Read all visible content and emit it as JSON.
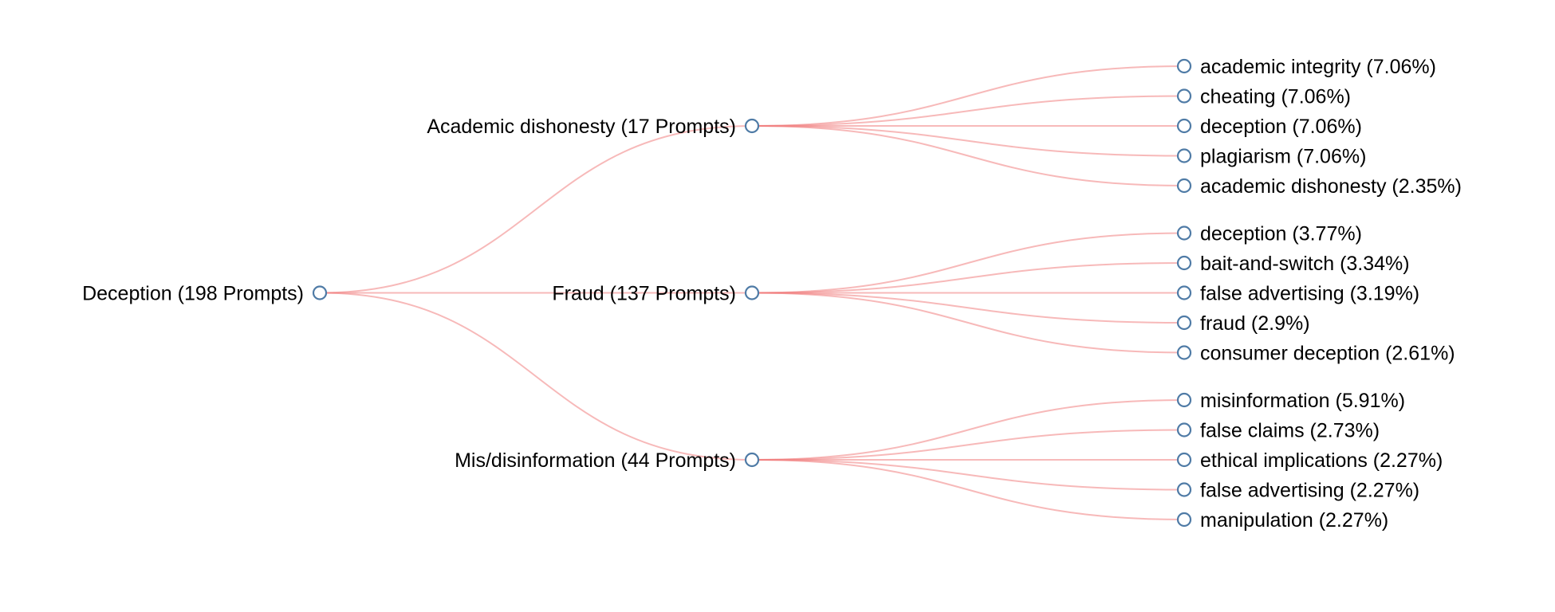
{
  "colors": {
    "link": "#f08080",
    "node_stroke": "#4f7ba6",
    "node_fill": "#ffffff",
    "text": "#000000"
  },
  "tree": {
    "label": "Deception (198 Prompts)",
    "children": [
      {
        "label": "Academic dishonesty (17 Prompts)",
        "children": [
          {
            "label": "academic integrity (7.06%)"
          },
          {
            "label": "cheating (7.06%)"
          },
          {
            "label": "deception (7.06%)"
          },
          {
            "label": "plagiarism (7.06%)"
          },
          {
            "label": "academic dishonesty (2.35%)"
          }
        ]
      },
      {
        "label": "Fraud (137 Prompts)",
        "children": [
          {
            "label": "deception (3.77%)"
          },
          {
            "label": "bait-and-switch (3.34%)"
          },
          {
            "label": "false advertising (3.19%)"
          },
          {
            "label": "fraud (2.9%)"
          },
          {
            "label": "consumer deception (2.61%)"
          }
        ]
      },
      {
        "label": "Mis/disinformation (44 Prompts)",
        "children": [
          {
            "label": "misinformation (5.91%)"
          },
          {
            "label": "false claims (2.73%)"
          },
          {
            "label": "ethical implications (2.27%)"
          },
          {
            "label": "false advertising (2.27%)"
          },
          {
            "label": "manipulation (2.27%)"
          }
        ]
      }
    ]
  }
}
